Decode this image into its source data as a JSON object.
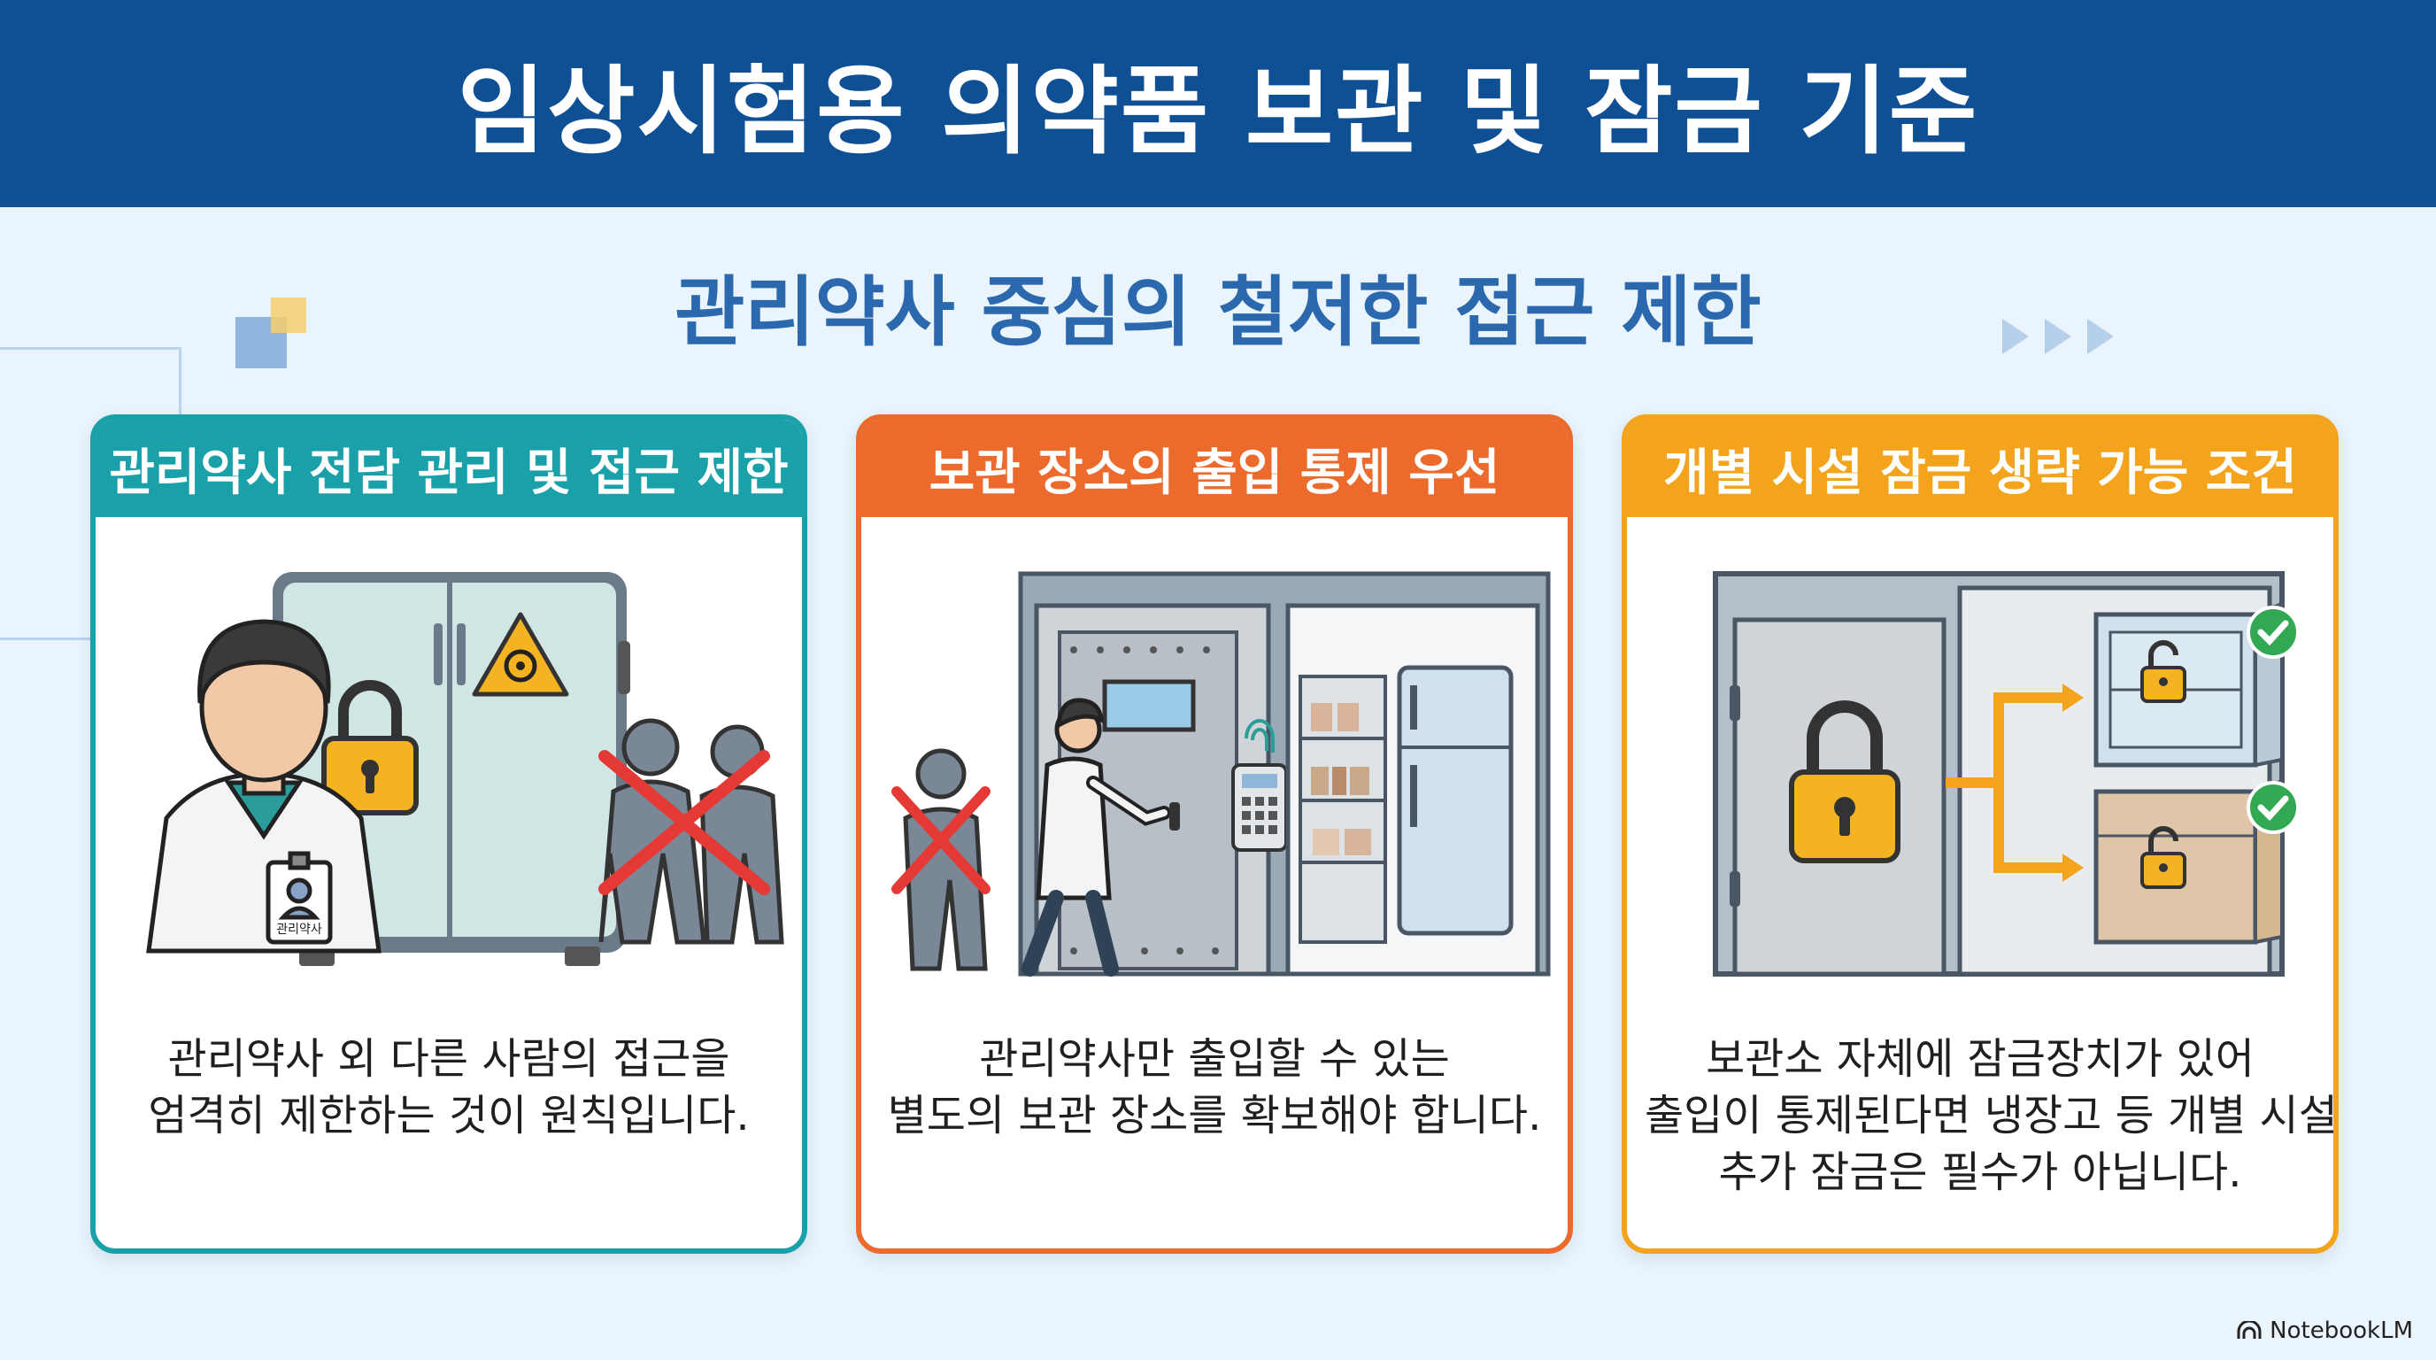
{
  "title": "임상시험용 의약품 보관 및 잠금 기준",
  "subtitle": "관리약사 중심의 철저한 접근 제한",
  "colors": {
    "header": "#0f4f93",
    "subtitle": "#2b68ad",
    "card1": "#1aa0a8",
    "card2": "#ec6a2c",
    "card3": "#f3a41c"
  },
  "cards": [
    {
      "heading": "관리약사 전담 관리 및 접근 제한",
      "badge_label": "관리약사",
      "desc": [
        "관리약사 외 다른 사람의 접근을",
        "엄격히 제한하는 것이 원칙입니다."
      ]
    },
    {
      "heading": "보관 장소의 출입 통제 우선",
      "desc": [
        "관리약사만 출입할 수 있는",
        "별도의 보관 장소를 확보해야 합니다."
      ]
    },
    {
      "heading": "개별 시설 잠금 생략 가능 조건",
      "desc": [
        "보관소 자체에 잠금장치가 있어",
        "출입이 통제된다면 냉장고 등 개별 시설의",
        "추가 잠금은 필수가 아닙니다."
      ]
    }
  ],
  "watermark": "NotebookLM"
}
